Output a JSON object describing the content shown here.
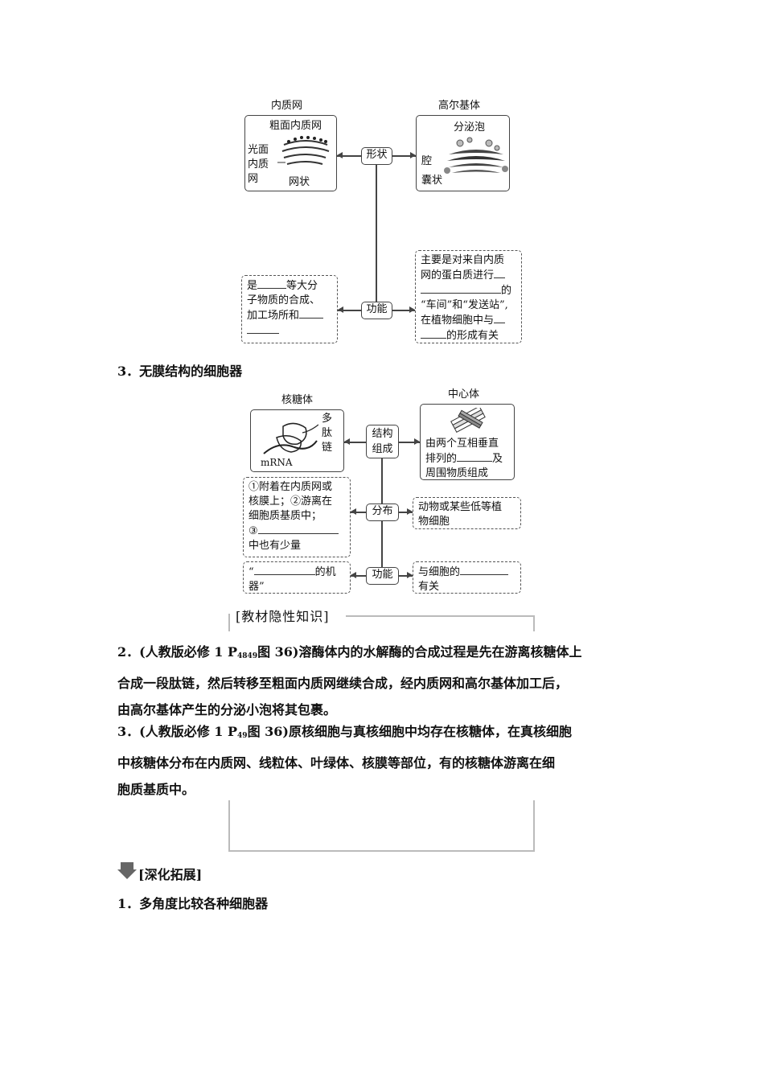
{
  "diagram1": {
    "er_title": "内质网",
    "golgi_title": "高尔基体",
    "er_rough": "粗面内质网",
    "er_smooth_1": "光面",
    "er_smooth_2": "内质",
    "er_smooth_3": "网",
    "er_shape": "网状",
    "golgi_vesicle": "分泌泡",
    "golgi_cavity": "腔",
    "golgi_shape": "囊状",
    "shape_label": "形状",
    "function_label": "功能",
    "er_func_1a": "是",
    "er_func_1b": "等大分",
    "er_func_2": "子物质的合成、",
    "er_func_3": "加工场所和",
    "golgi_func_1": "主要是对来自内质",
    "golgi_func_2": "网的蛋白质进行",
    "golgi_func_3": "的",
    "golgi_func_4": "“车间”和“发送站”,",
    "golgi_func_5": "在植物细胞中与",
    "golgi_func_6": "的形成有关"
  },
  "section3_heading": "3．无膜结构的细胞器",
  "diagram2": {
    "ribosome_title": "核糖体",
    "centriole_title": "中心体",
    "peptide_1": "多",
    "peptide_2": "肽",
    "peptide_3": "链",
    "mrna": "mRNA",
    "structure_1": "结构",
    "structure_2": "组成",
    "distribution_label": "分布",
    "function_label": "功能",
    "centriole_struct_1": "由两个互相垂直",
    "centriole_struct_2a": "排列的",
    "centriole_struct_2b": "及",
    "centriole_struct_3": "周围物质组成",
    "ribo_dist_1": "①附着在内质网或",
    "ribo_dist_2": "核膜上；②游离在",
    "ribo_dist_3": "细胞质基质中；",
    "ribo_dist_4": "③",
    "ribo_dist_5": "中也有少量",
    "centriole_dist_1": "动物或某些低等植",
    "centriole_dist_2": "物细胞",
    "ribo_func_1a": "“",
    "ribo_func_1b": "的机",
    "ribo_func_2": "器”",
    "centriole_func_1": "与细胞的",
    "centriole_func_2": "有关"
  },
  "hidden_knowledge_title": "[教材隐性知识]",
  "hidden_items": [
    {
      "num": "2．",
      "pre": "(人教版必修 1 P",
      "sub": "4849",
      "mid": "图 36)",
      "line1": "溶酶体内的水解酶的合成过程是先在游离核糖体上",
      "line2": "合成一段肽链，然后转移至粗面内质网继续合成，经内质网和高尔基体加工后，",
      "line3": "由高尔基体产生的分泌小泡将其包裹。"
    },
    {
      "num": "3．",
      "pre": "(人教版必修 1 P",
      "sub": "49",
      "mid": "图 36)",
      "line1": "原核细胞与真核细胞中均存在核糖体，在真核细胞",
      "line2": "中核糖体分布在内质网、线粒体、叶绿体、核膜等部位，有的核糖体游离在细",
      "line3": "胞质基质中。"
    }
  ],
  "deepen_title": "[深化拓展]",
  "deepen_item": "1．多角度比较各种细胞器"
}
